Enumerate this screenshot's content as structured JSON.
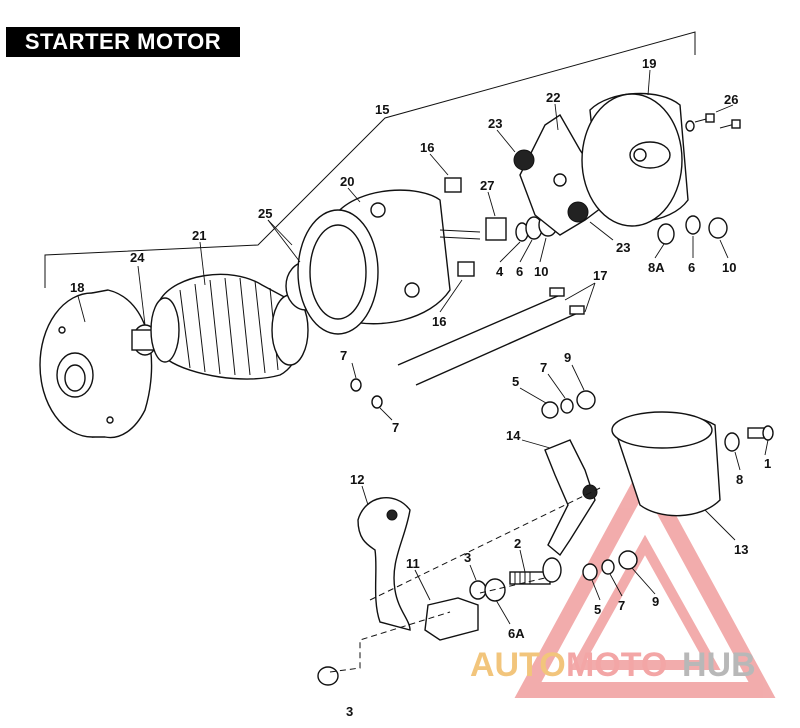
{
  "title": "STARTER MOTOR",
  "callouts": {
    "c1": "1",
    "c2": "2",
    "c3a": "3",
    "c3b": "3",
    "c4": "4",
    "c5a": "5",
    "c5b": "5",
    "c6a": "6",
    "c6b": "6",
    "c6A": "6A",
    "c7a": "7",
    "c7b": "7",
    "c7c": "7",
    "c7d": "7",
    "c8": "8",
    "c8A": "8A",
    "c9a": "9",
    "c9b": "9",
    "c10a": "10",
    "c10b": "10",
    "c11": "11",
    "c12": "12",
    "c13": "13",
    "c14": "14",
    "c15": "15",
    "c16a": "16",
    "c16b": "16",
    "c17": "17",
    "c18": "18",
    "c19": "19",
    "c20": "20",
    "c21": "21",
    "c22": "22",
    "c23a": "23",
    "c23b": "23",
    "c24": "24",
    "c25": "25",
    "c26": "26",
    "c27": "27"
  },
  "watermark": {
    "part1": "AUTO",
    "part2": "MOTO",
    "part3": "HUB",
    "color_auto": "#f2c57c",
    "color_moto": "#f3a6a6",
    "color_hub": "#b8b8b8",
    "triangle_color": "#e86a6a"
  }
}
